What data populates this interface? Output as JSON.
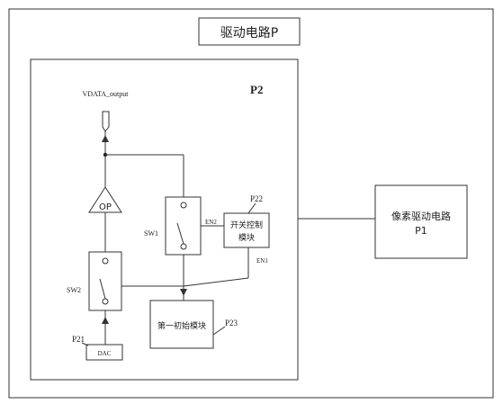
{
  "title": "驱动电路P",
  "p2_label": "P2",
  "vdata_output": "VDATA_output",
  "op_label": "OP",
  "sw1_label": "SW1",
  "sw2_label": "SW2",
  "en1_label": "EN1",
  "en2_label": "EN2",
  "switch_control": {
    "ref": "P22",
    "line1": "开关控制",
    "line2": "模块"
  },
  "first_init": {
    "ref": "P23",
    "label": "第一初始模块"
  },
  "dac": {
    "ref": "P21",
    "label": "DAC"
  },
  "pixel_drive": {
    "line1": "像素驱动电路",
    "line2": "P1"
  }
}
